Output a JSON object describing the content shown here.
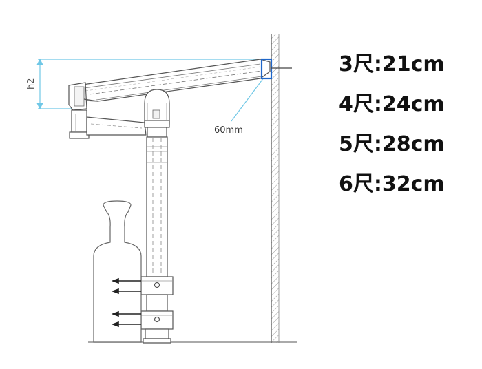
{
  "diagram": {
    "labels": {
      "height_marker": "h2",
      "depth": "60mm"
    },
    "colors": {
      "dimension_line": "#6fc7e6",
      "wall_bracket": "#1f66c9",
      "outline": "#555555"
    }
  },
  "specs": [
    {
      "label": "3尺:21cm"
    },
    {
      "label": "4尺:24cm"
    },
    {
      "label": "5尺:28cm"
    },
    {
      "label": "6尺:32cm"
    }
  ]
}
